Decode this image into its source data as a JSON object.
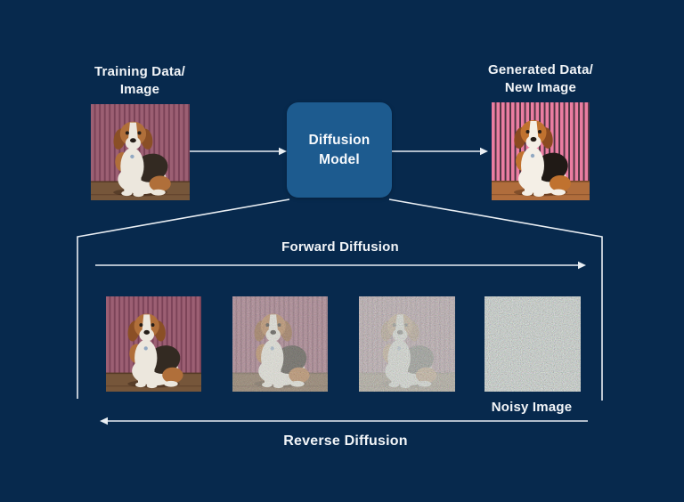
{
  "diagram": {
    "training_label": "Training Data/\nImage",
    "model_label": "Diffusion\nModel",
    "generated_label": "Generated Data/\nNew Image",
    "forward_label": "Forward Diffusion",
    "reverse_label": "Reverse Diffusion",
    "noisy_label": "Noisy Image"
  },
  "images": {
    "training": {
      "name": "beagle-photo",
      "style": "muted",
      "noise": 0
    },
    "generated": {
      "name": "beagle-photo-generated",
      "style": "vivid",
      "noise": 0
    },
    "sequence": [
      {
        "name": "beagle-clean",
        "style": "muted",
        "noise": 0
      },
      {
        "name": "beagle-noise-light",
        "style": "muted",
        "noise": 0.5
      },
      {
        "name": "beagle-noise-heavy",
        "style": "muted",
        "noise": 0.78
      },
      {
        "name": "pure-noise",
        "style": "noise-only",
        "noise": 1
      }
    ]
  },
  "colors": {
    "background": "#07294d",
    "model_box": "#1d5b8f",
    "line": "#e9eef3",
    "text": "#f2f5f8",
    "photo_muted": {
      "stripe_light": "#9c5f73",
      "stripe_dark": "#7a4257",
      "floor": "#76563a",
      "coat_brown": "#b06f3a",
      "ear_brown": "#8a4f26",
      "saddle": "#332a22",
      "white": "#ece7dd"
    },
    "photo_vivid": {
      "stripe_light": "#ea7da1",
      "stripe_dark": "#4a323f",
      "floor": "#b06d3c",
      "coat_brown": "#c0722f",
      "ear_brown": "#8a4a20",
      "saddle": "#201a16",
      "white": "#f4efe6"
    }
  }
}
